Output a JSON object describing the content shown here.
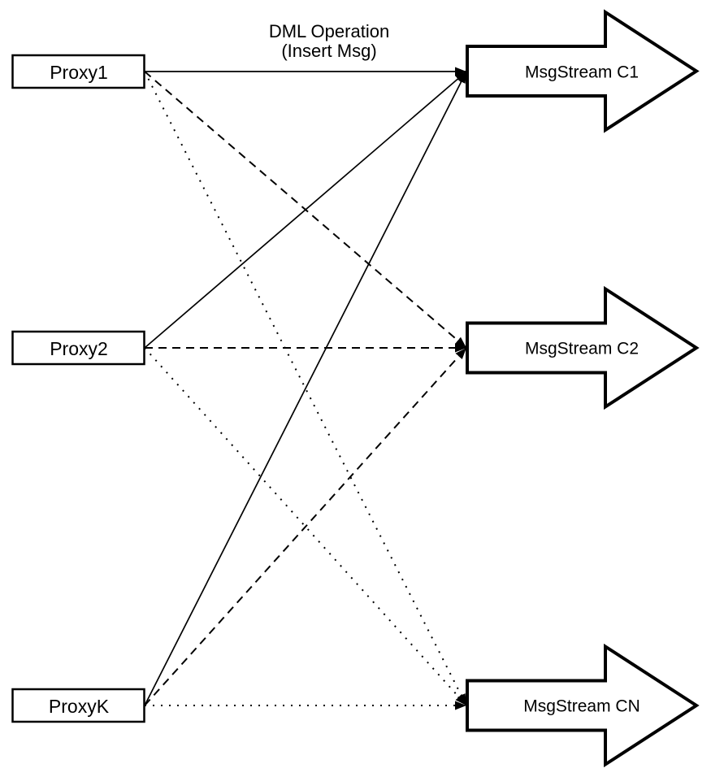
{
  "diagram": {
    "title": {
      "line1": "DML Operation",
      "line2": "(Insert Msg)"
    },
    "proxies": [
      {
        "label": "Proxy1"
      },
      {
        "label": "Proxy2"
      },
      {
        "label": "ProxyK"
      }
    ],
    "streams": [
      {
        "label": "MsgStream C1"
      },
      {
        "label": "MsgStream C2"
      },
      {
        "label": "MsgStream CN"
      }
    ],
    "edges": [
      {
        "from": "Proxy1",
        "to": "MsgStream C1",
        "style": "solid",
        "label": "DML Operation (Insert Msg)"
      },
      {
        "from": "Proxy1",
        "to": "MsgStream C2",
        "style": "dashed",
        "label": ""
      },
      {
        "from": "Proxy1",
        "to": "MsgStream CN",
        "style": "dotted",
        "label": ""
      },
      {
        "from": "Proxy2",
        "to": "MsgStream C1",
        "style": "solid",
        "label": ""
      },
      {
        "from": "Proxy2",
        "to": "MsgStream C2",
        "style": "dashed",
        "label": ""
      },
      {
        "from": "Proxy2",
        "to": "MsgStream CN",
        "style": "dotted",
        "label": ""
      },
      {
        "from": "ProxyK",
        "to": "MsgStream C1",
        "style": "solid",
        "label": ""
      },
      {
        "from": "ProxyK",
        "to": "MsgStream C2",
        "style": "dashed",
        "label": ""
      },
      {
        "from": "ProxyK",
        "to": "MsgStream CN",
        "style": "dotted",
        "label": ""
      }
    ],
    "colors": {
      "stroke": "#000000",
      "shape_fill": "#ffffff",
      "background": "#ffffff"
    }
  }
}
